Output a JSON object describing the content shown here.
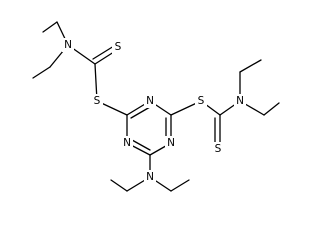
{
  "molecule": {
    "atoms": {
      "n_top_left": "N",
      "s_top_left_thione": "S",
      "s_left_bridge": "S",
      "n_ring_top": "N",
      "s_right_bridge": "S",
      "n_ring_left": "N",
      "n_ring_right": "N",
      "s_right_thione": "S",
      "n_right_amine": "N",
      "n_bottom_amine": "N"
    }
  }
}
